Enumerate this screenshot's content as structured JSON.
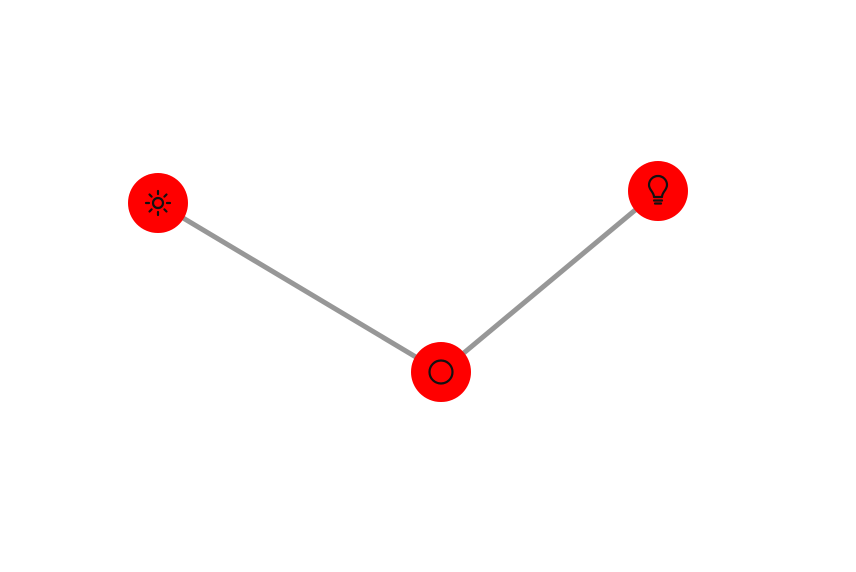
{
  "diagram": {
    "colors": {
      "background": "#ffffff",
      "node_fill": "#ff0000",
      "edge_stroke": "#979797",
      "icon_stroke": "#111111"
    },
    "nodes": [
      {
        "id": "sun",
        "icon": "sun-icon"
      },
      {
        "id": "center",
        "icon": "circle-icon"
      },
      {
        "id": "bulb",
        "icon": "lightbulb-icon"
      }
    ],
    "edges": [
      {
        "from": "sun",
        "to": "center"
      },
      {
        "from": "center",
        "to": "bulb"
      }
    ]
  }
}
